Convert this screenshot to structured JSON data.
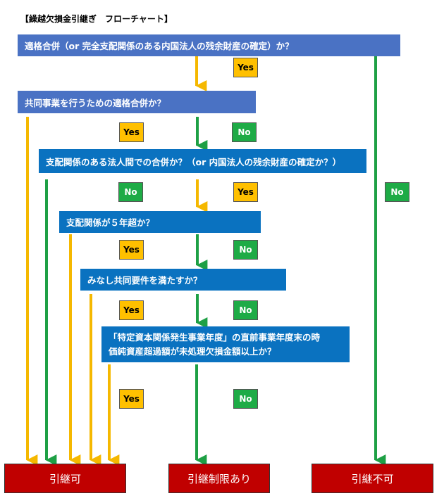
{
  "title": "【繰越欠損金引継ぎ　フローチャート】",
  "questions": {
    "q1": "適格合併（or 完全支配関係のある内国法人の残余財産の確定）か？",
    "q2": "共同事業を行うための適格合併か？",
    "q3": "支配関係のある法人間での合併か？（or 内国法人の残余財産の確定か？）",
    "q4": "支配関係が５年超か？",
    "q5": "みなし共同要件を満たすか？",
    "q6_line1": "「特定資本関係発生事業年度」の直前事業年度末の時",
    "q6_line2": "価純資産超過額が未処理欠損金額以上か？"
  },
  "labels": {
    "yes": "Yes",
    "no": "No"
  },
  "results": {
    "r1": "引継可",
    "r2": "引継制限あり",
    "r3": "引継不可"
  },
  "colors": {
    "yes_arrow": "#f5b800",
    "no_arrow": "#1ea045",
    "question_light": "#4a72c4",
    "question_dark": "#0a72c0",
    "result": "#c00000"
  }
}
